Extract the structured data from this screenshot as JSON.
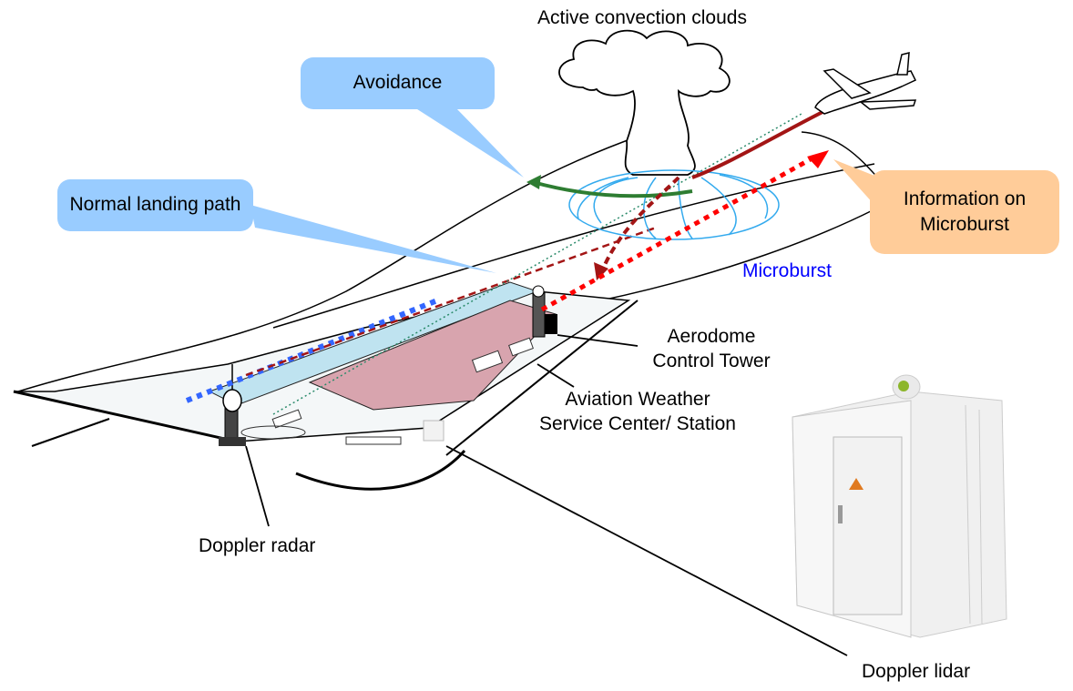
{
  "diagram": {
    "title": "Active convection clouds",
    "callouts": {
      "avoidance": "Avoidance",
      "normal_landing_path": "Normal landing path",
      "information_on_microburst": [
        "Information on",
        "Microburst"
      ]
    },
    "labels": {
      "microburst": "Microburst",
      "aerodrome_control_tower": [
        "Aerodome",
        "Control Tower"
      ],
      "aviation_weather_service": [
        "Aviation Weather",
        "Service Center/ Station"
      ],
      "doppler_radar": "Doppler radar",
      "doppler_lidar": "Doppler lidar"
    },
    "colors": {
      "callout_blue": "#99ccff",
      "callout_orange": "#ffcc99",
      "microburst_text": "#0000ff",
      "avoidance_path": "#2e7d32",
      "aircraft_path": "#a31515",
      "info_arrow": "#ff0000",
      "normal_path": "#3366ff",
      "outflow": "#33aaee",
      "runway_area": "#d8a4ae",
      "apron_area": "#bfe3f0"
    }
  }
}
